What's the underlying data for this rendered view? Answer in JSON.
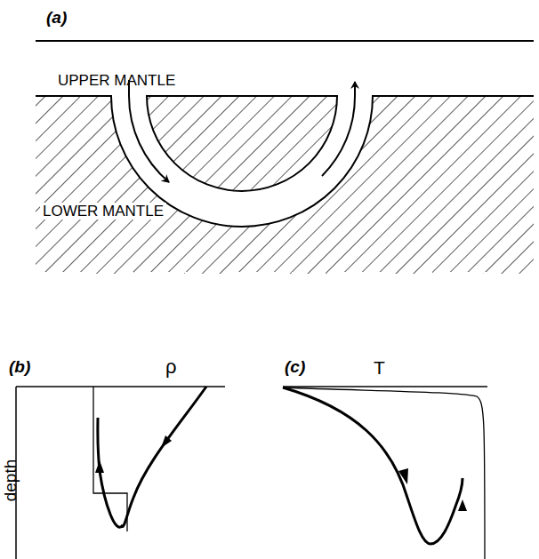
{
  "diagram": {
    "labels": [
      "(a)",
      "UPPER MANTLE",
      "LOWER MANTLE",
      "(b)",
      "ρ",
      "depth",
      "(c)",
      "T"
    ]
  }
}
